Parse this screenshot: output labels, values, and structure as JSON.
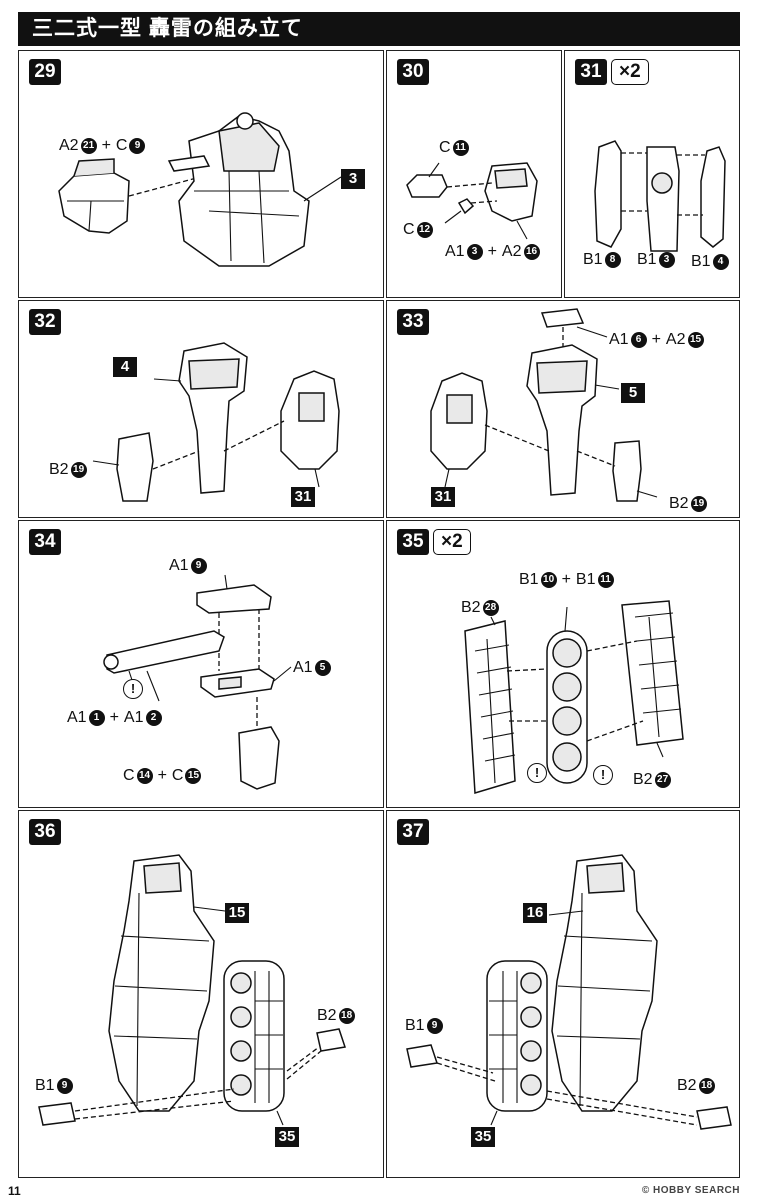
{
  "title": "三二式一型 轟雷の組み立て",
  "page_number": "11",
  "watermark": "© HOBBY SEARCH",
  "steps": {
    "s29": {
      "num": "29",
      "labels": [
        {
          "part": "A2",
          "n": "21",
          "join": "+",
          "part2": "C",
          "n2": "9"
        }
      ],
      "ref": "3"
    },
    "s30": {
      "num": "30",
      "labels": [
        {
          "part": "C",
          "n": "11"
        },
        {
          "part": "C",
          "n": "12"
        },
        {
          "part": "A1",
          "n": "3",
          "join": "+",
          "part2": "A2",
          "n2": "16"
        }
      ]
    },
    "s31": {
      "num": "31",
      "mult": "×2",
      "labels": [
        {
          "part": "B1",
          "n": "8"
        },
        {
          "part": "B1",
          "n": "3"
        },
        {
          "part": "B1",
          "n": "4"
        }
      ]
    },
    "s32": {
      "num": "32",
      "labels": [
        {
          "part": "B2",
          "n": "19"
        }
      ],
      "ref_a": "4",
      "ref_b": "31"
    },
    "s33": {
      "num": "33",
      "labels": [
        {
          "part": "A1",
          "n": "6",
          "join": "+",
          "part2": "A2",
          "n2": "15"
        },
        {
          "part": "B2",
          "n": "19"
        }
      ],
      "ref_a": "5",
      "ref_b": "31"
    },
    "s34": {
      "num": "34",
      "labels": [
        {
          "part": "A1",
          "n": "9"
        },
        {
          "part": "A1",
          "n": "5"
        },
        {
          "part": "A1",
          "n": "1",
          "join": "+",
          "part2": "A1",
          "n2": "2"
        },
        {
          "part": "C",
          "n": "14",
          "join": "+",
          "part2": "C",
          "n2": "15"
        }
      ],
      "warn": "!"
    },
    "s35": {
      "num": "35",
      "mult": "×2",
      "labels": [
        {
          "part": "B1",
          "n": "10",
          "join": "+",
          "part2": "B1",
          "n2": "11"
        },
        {
          "part": "B2",
          "n": "28"
        },
        {
          "part": "B2",
          "n": "27"
        }
      ],
      "warn": "!"
    },
    "s36": {
      "num": "36",
      "labels": [
        {
          "part": "B2",
          "n": "18"
        },
        {
          "part": "B1",
          "n": "9"
        }
      ],
      "ref_a": "15",
      "ref_b": "35"
    },
    "s37": {
      "num": "37",
      "labels": [
        {
          "part": "B1",
          "n": "9"
        },
        {
          "part": "B2",
          "n": "18"
        }
      ],
      "ref_a": "16",
      "ref_b": "35"
    }
  }
}
